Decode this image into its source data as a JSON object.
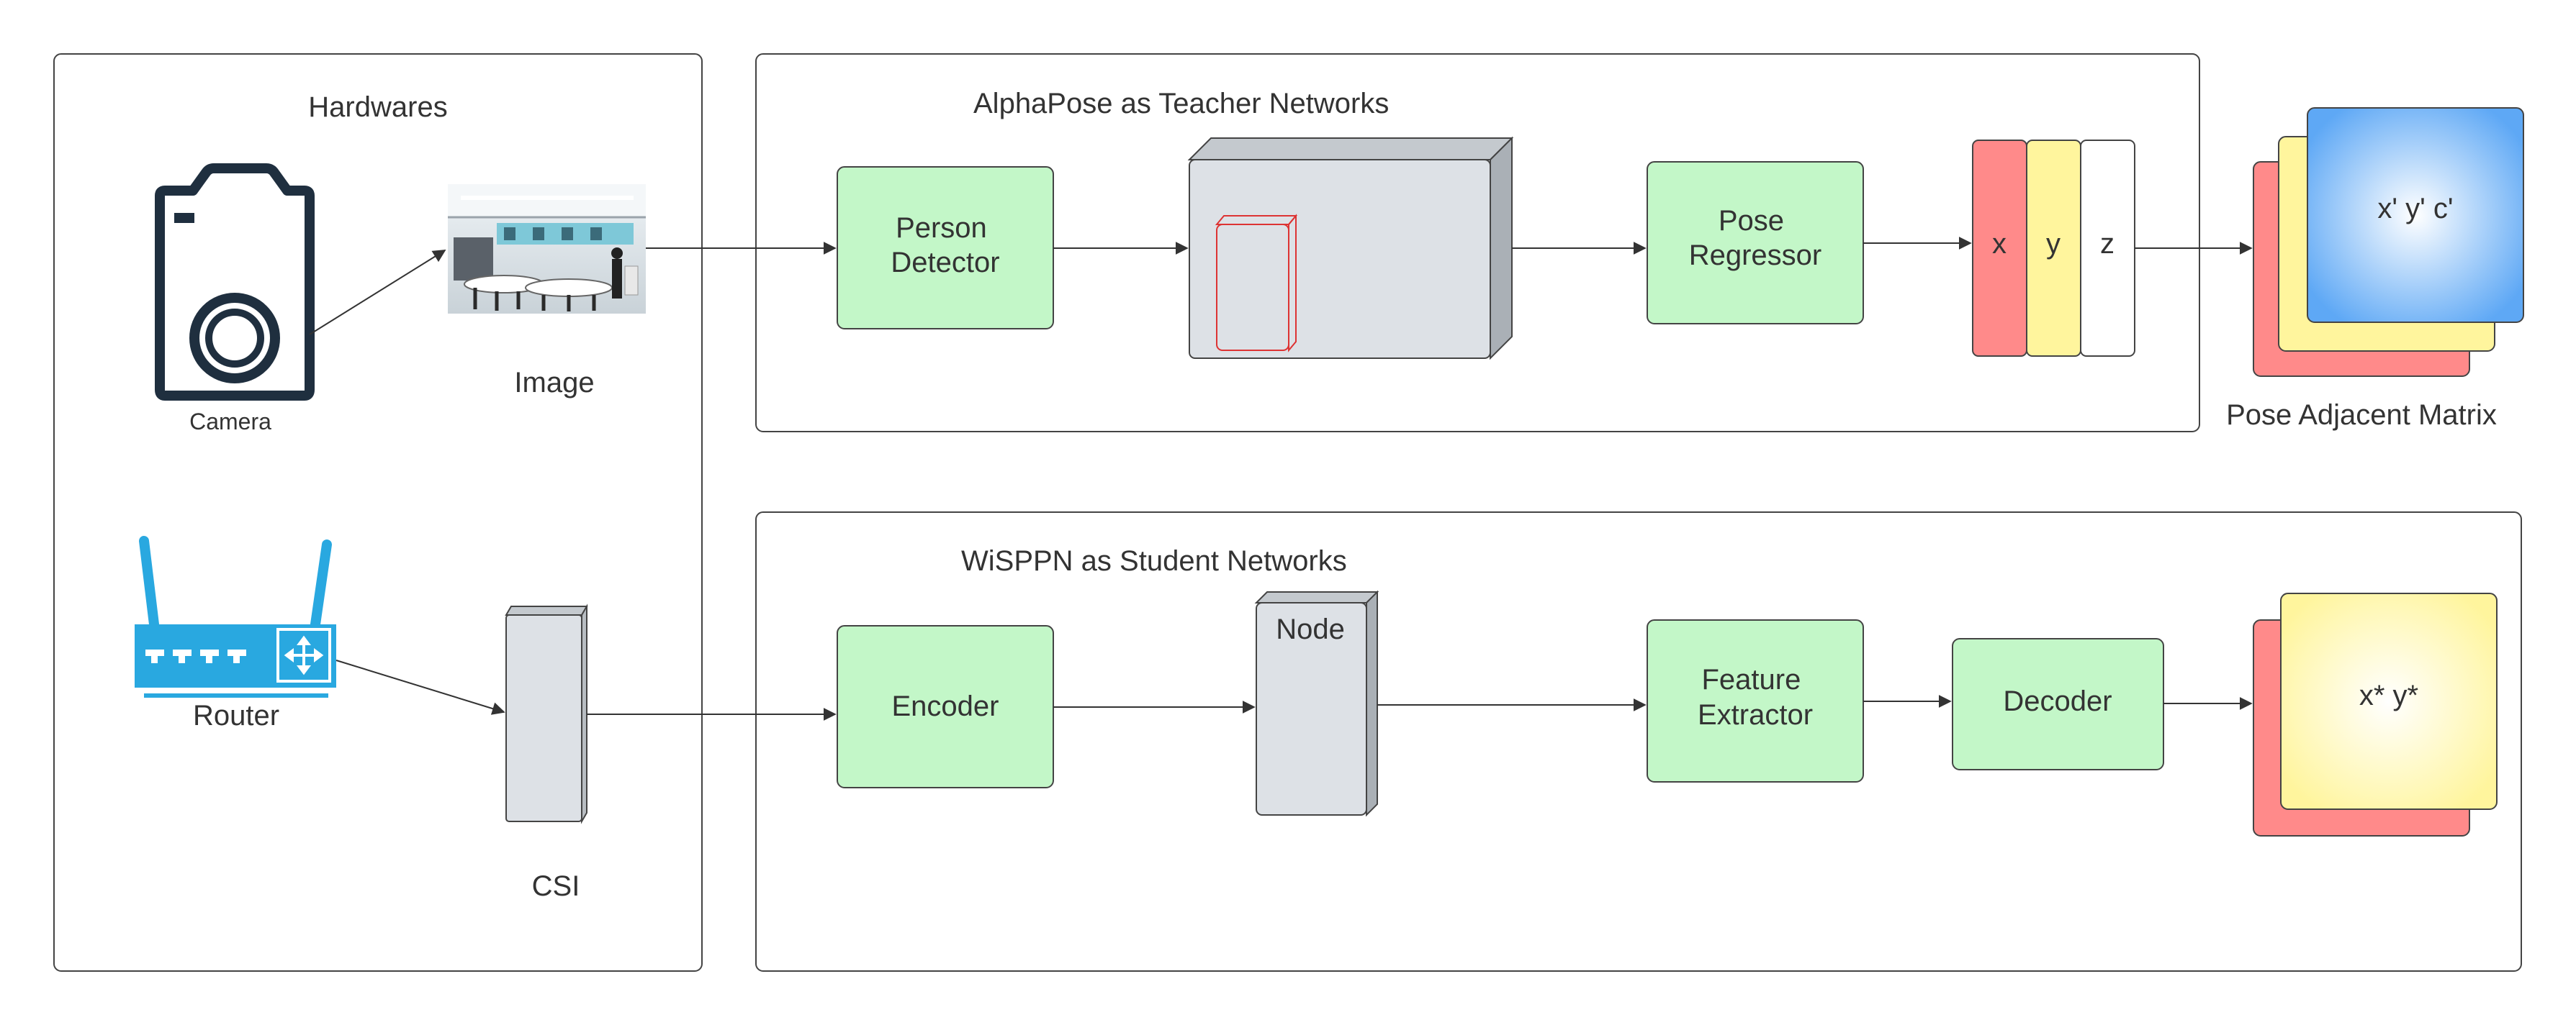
{
  "hardware": {
    "title": "Hardwares",
    "camera_label": "Camera",
    "image_label": "Image",
    "router_label": "Router",
    "csi_label": "CSI"
  },
  "teacher": {
    "title": "AlphaPose as Teacher Networks",
    "person_detector": [
      "Person",
      "Detector"
    ],
    "pose_regressor": [
      "Pose",
      "Regressor"
    ],
    "cells": [
      "x",
      "y",
      "z"
    ],
    "matrix_text": "x' y' c'",
    "matrix_label": "Pose Adjacent Matrix"
  },
  "student": {
    "title": "WiSPPN as Student Networks",
    "encoder": "Encoder",
    "node": "Node",
    "feature_extractor": [
      "Feature",
      "Extractor"
    ],
    "decoder": "Decoder",
    "output_text": "x* y*"
  },
  "colors": {
    "green_box": "#c3f7c8",
    "red": "#ff8a8a",
    "yellow": "#fff59d",
    "blue": "#5ea8f5",
    "grey_block": "#dde1e6",
    "router_blue": "#29a8e0",
    "camera_dark": "#1f2f3f"
  },
  "icons": [
    "camera-icon",
    "router-icon",
    "office-photo-image"
  ]
}
